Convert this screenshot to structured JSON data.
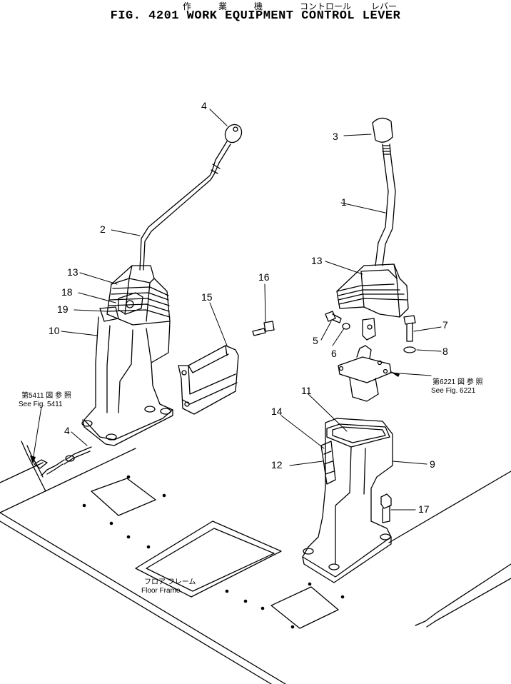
{
  "title": {
    "jp": [
      "作",
      "業",
      "機",
      "コントロール",
      "レバー"
    ],
    "en": "FIG. 4201  WORK  EQUIPMENT  CONTROL  LEVER"
  },
  "callouts": {
    "c1": "1",
    "c2": "2",
    "c3": "3",
    "c4a": "4",
    "c4b": "4",
    "c5": "5",
    "c6": "6",
    "c7": "7",
    "c8": "8",
    "c9": "9",
    "c10": "10",
    "c11": "11",
    "c12": "12",
    "c13a": "13",
    "c13b": "13",
    "c14": "14",
    "c15": "15",
    "c16": "16",
    "c17": "17",
    "c18": "18",
    "c19": "19"
  },
  "notes": {
    "fig5411_jp": "第5411 図 参 照",
    "fig5411_en": "See Fig. 5411",
    "fig6221_jp": "第6221 図 参 照",
    "fig6221_en": "See Fig. 6221",
    "floor_jp": "フロア フレーム",
    "floor_en": "Floor Frame"
  }
}
